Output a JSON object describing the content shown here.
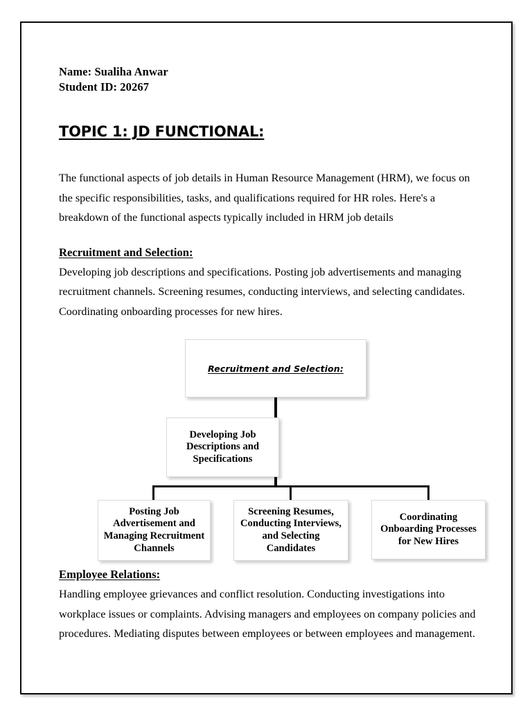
{
  "document": {
    "student": {
      "name_line": "Name: Sualiha Anwar",
      "id_line": "Student ID: 20267"
    },
    "topic_heading": "TOPIC 1: JD FUNCTIONAL:",
    "intro_paragraph": "The functional aspects of job details in Human Resource Management (HRM), we focus on the specific responsibilities, tasks, and qualifications required for HR roles. Here's a breakdown of the functional aspects typically included in HRM job details",
    "sections": [
      {
        "heading": "Recruitment and Selection:",
        "body": "Developing job descriptions and specifications. Posting job advertisements and managing recruitment channels. Screening resumes, conducting interviews, and selecting candidates. Coordinating onboarding processes for new hires."
      },
      {
        "heading": "Employee Relations:",
        "body": "Handling employee grievances and conflict resolution. Conducting investigations into workplace issues or complaints. Advising managers and employees on company policies and procedures. Mediating disputes between employees or between employees and management."
      }
    ]
  },
  "chart_data": {
    "type": "diagram",
    "title": "Recruitment and Selection:",
    "root": "Recruitment and Selection:",
    "nodes": [
      {
        "id": "root",
        "label": "Recruitment and Selection:",
        "level": 0
      },
      {
        "id": "child1",
        "label": "Developing Job Descriptions and Specifications",
        "level": 1
      },
      {
        "id": "leaf1",
        "label": "Posting Job Advertisement and Managing Recruitment Channels",
        "level": 2
      },
      {
        "id": "leaf2",
        "label": "Screening Resumes, Conducting Interviews, and Selecting Candidates",
        "level": 2
      },
      {
        "id": "leaf3",
        "label": "Coordinating Onboarding Processes for New Hires",
        "level": 2
      }
    ],
    "edges": [
      {
        "from": "root",
        "to": "child1"
      },
      {
        "from": "root",
        "to": "leaf1"
      },
      {
        "from": "root",
        "to": "leaf2"
      },
      {
        "from": "root",
        "to": "leaf3"
      }
    ],
    "colors": {
      "box_fill": "#ffffff",
      "box_border": "#d9d9d9",
      "connector": "#0b0b0b",
      "text": "#000000"
    }
  }
}
